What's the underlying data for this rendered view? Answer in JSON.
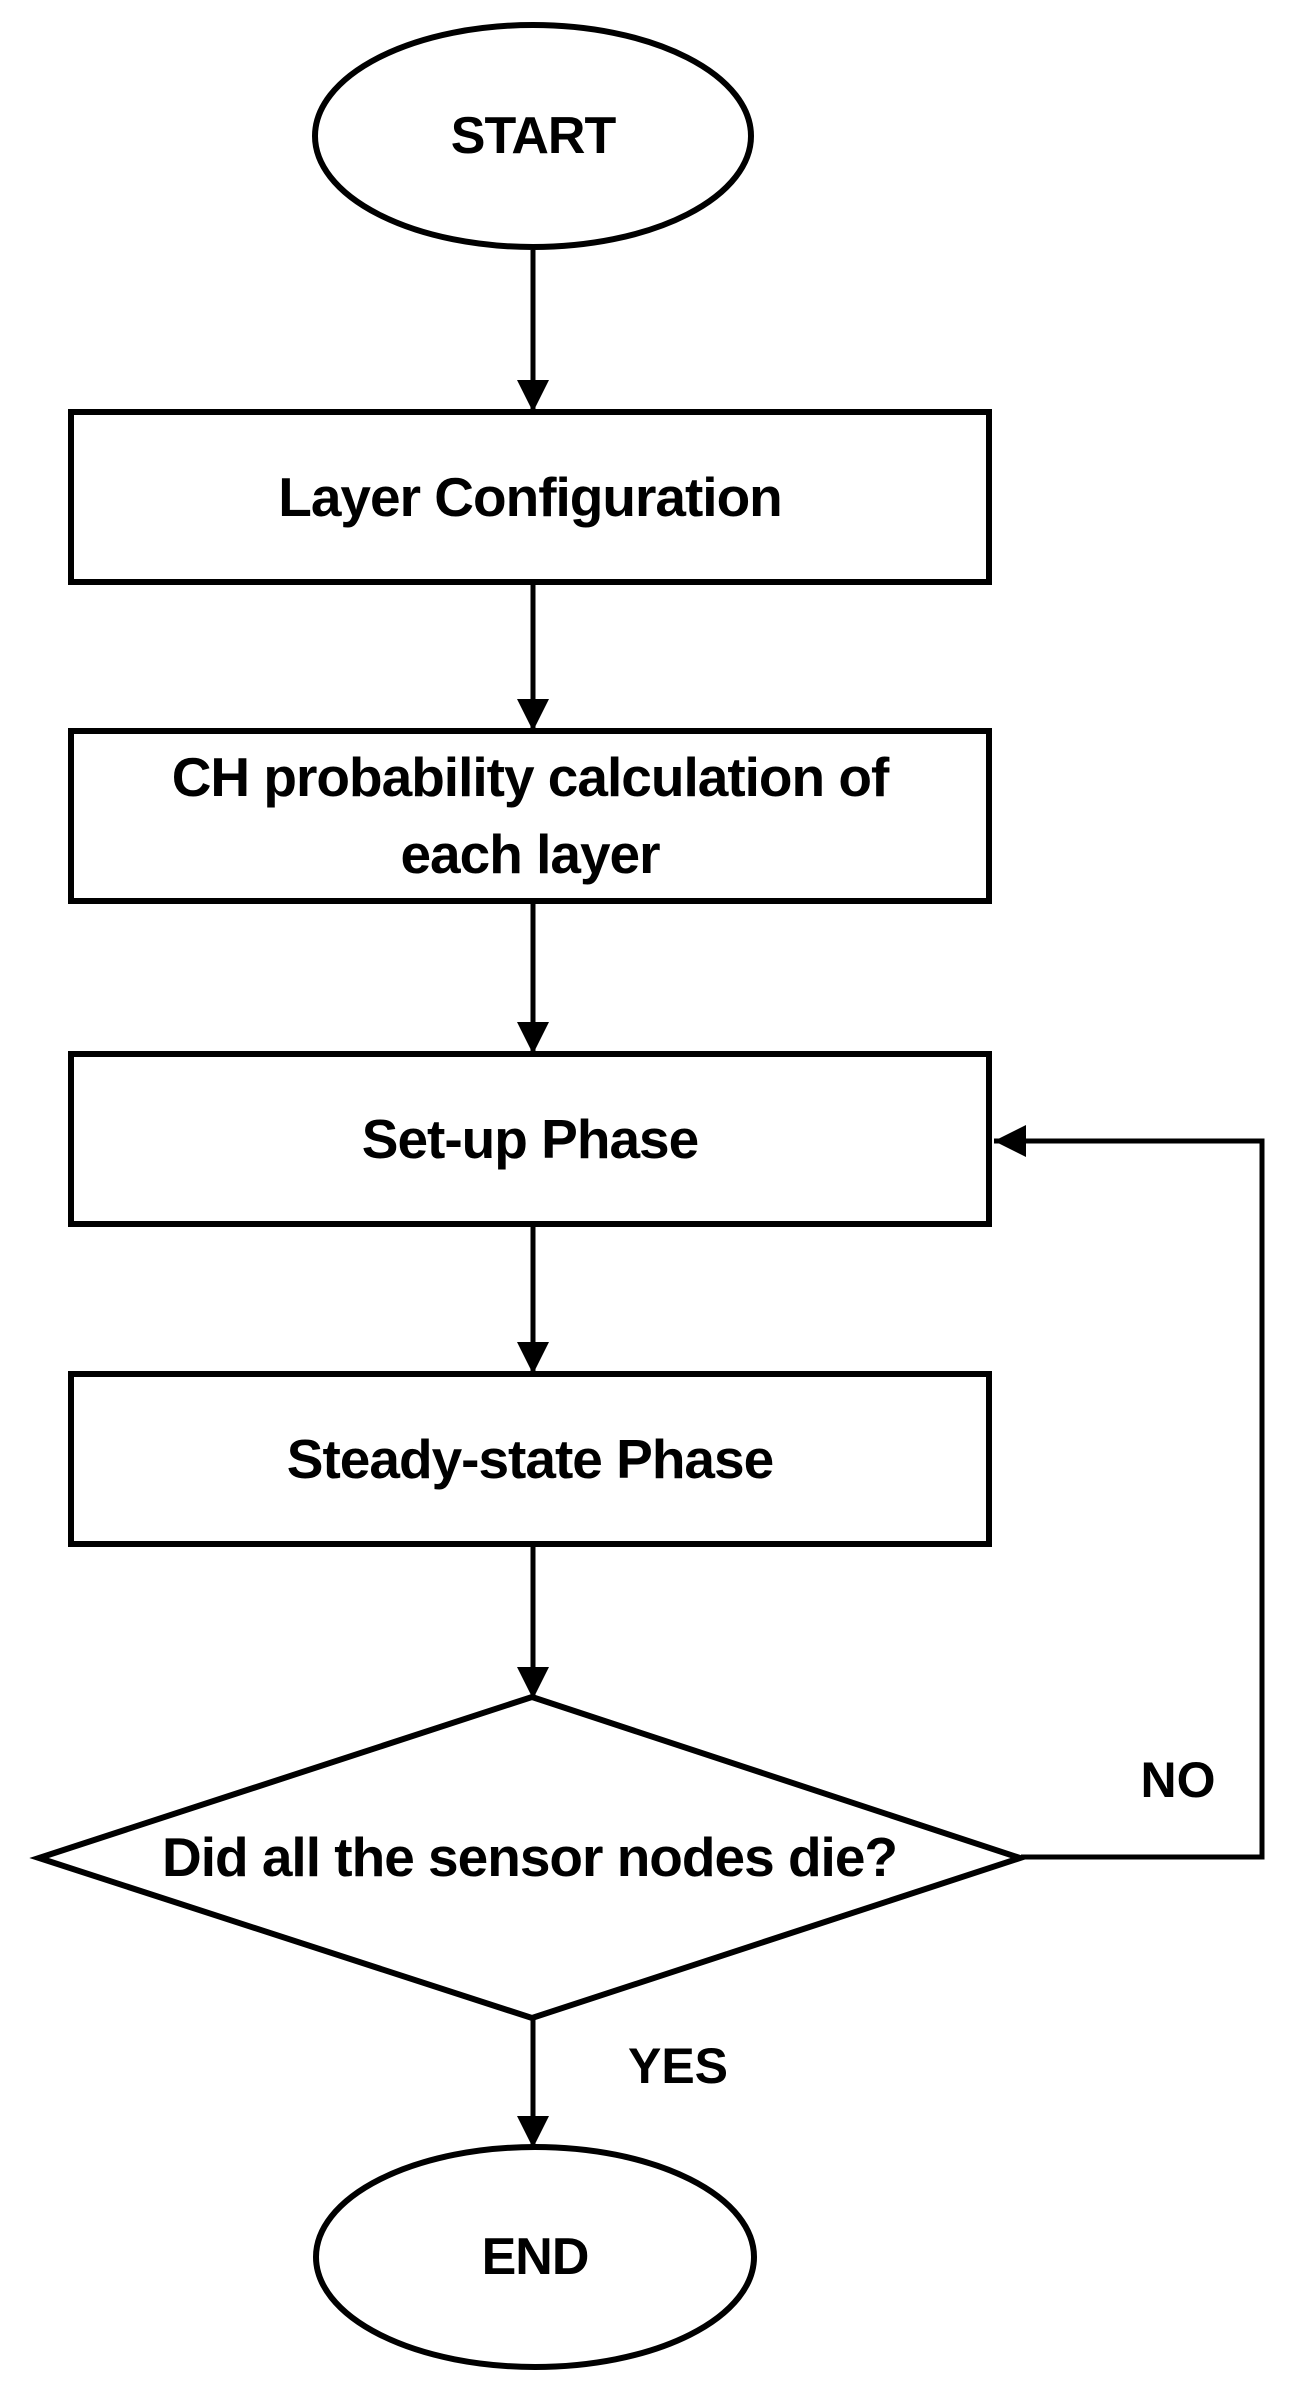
{
  "figure": {
    "type": "flowchart",
    "background_color": "#ffffff",
    "ink_color": "#000000"
  },
  "nodes": {
    "start": {
      "type": "terminator",
      "label": "START"
    },
    "layer_configuration": {
      "type": "process",
      "label": "Layer Configuration"
    },
    "ch_probability": {
      "type": "process",
      "lines": [
        "CH probability calculation of",
        "each layer"
      ]
    },
    "setup_phase": {
      "type": "process",
      "label": "Set-up Phase"
    },
    "steady_state_phase": {
      "type": "process",
      "label": "Steady-state Phase"
    },
    "decision": {
      "type": "decision",
      "label": "Did all the sensor nodes die?"
    },
    "end": {
      "type": "terminator",
      "label": "END"
    }
  },
  "edge_labels": {
    "yes": "YES",
    "no": "NO"
  }
}
